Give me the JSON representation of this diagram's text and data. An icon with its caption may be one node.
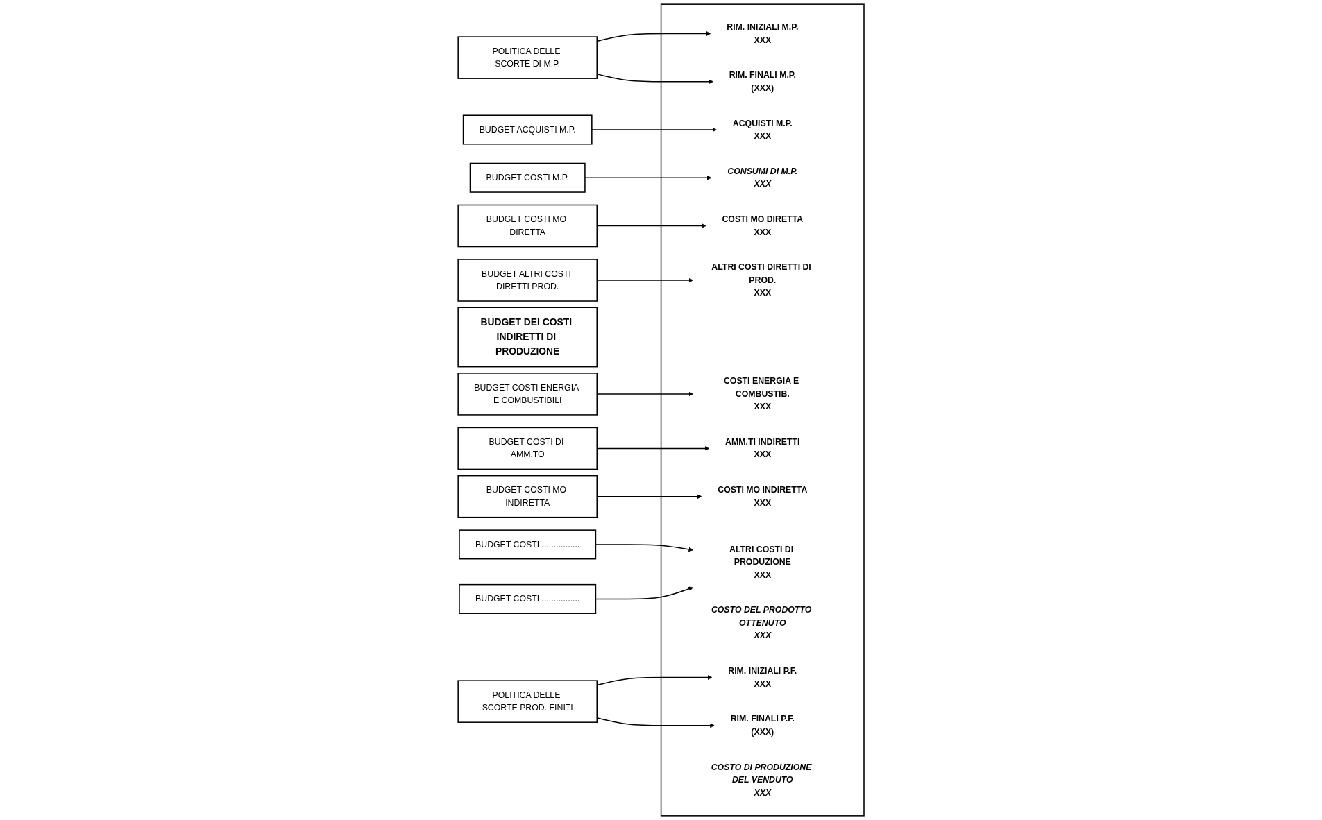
{
  "diagram": {
    "nodes": [
      {
        "text": [
          "POLITICA DELLE SCORTE DI M.P."
        ]
      },
      {
        "text": [
          "BUDGET COSTI M.P."
        ]
      },
      {
        "text": [
          "BUDGET ACQUISTI M.P."
        ]
      },
      {
        "text": [
          "BUDGET ALTRI COSTI DIRETTI PROD."
        ]
      },
      {
        "text": [
          "BUDGET COSTI MO DIRETTA"
        ]
      },
      {
        "text": [
          "BUDGET DEI COSTI INDIRETTI DI PRODUZIONE"
        ]
      },
      {
        "text": [
          "BUDGET COSTI ENERGIA E COMBUSTIBILI"
        ]
      },
      {
        "text": [
          "BUDGET COSTI DI AMM.TO"
        ]
      },
      {
        "text": [
          "BUDGET COSTI MO INDIRETTA"
        ]
      },
      {
        "text": [
          "BUDGET COSTI ................"
        ]
      },
      {
        "text": [
          "BUDGET COSTI ................"
        ]
      },
      {
        "text": [
          "POLITICA DELLE SCORTE PROD. FINITI"
        ]
      },
      {
        "text": [],
        "shape": "box"
      },
      {
        "text": [
          "RIM. INIZIALI M.P.",
          "XXX"
        ],
        "in": 12
      },
      {
        "text": [
          "ACQUISTI M.P.",
          "XXX"
        ],
        "in": 12
      },
      {
        "text": [
          "RIM. FINALI M.P.",
          "(XXX)"
        ],
        "in": 12
      },
      {
        "text": [
          "CONSUMI DI M.P.",
          "XXX"
        ],
        "in": 12
      },
      {
        "text": [
          "COSTI MO DIRETTA",
          "XXX"
        ],
        "in": 12
      },
      {
        "text": [
          "ALTRI COSTI DIRETTI DI PROD.",
          "XXX"
        ],
        "in": 12
      },
      {
        "text": [
          "COSTI ENERGIA E COMBUSTIB.",
          "XXX"
        ],
        "in": 12
      },
      {
        "text": [
          "AMM.TI INDIRETTI",
          "XXX"
        ],
        "in": 12
      },
      {
        "text": [
          "COSTI MO INDIRETTA",
          "XXX"
        ],
        "in": 12
      },
      {
        "text": [
          "ALTRI COSTI DI PRODUZIONE",
          "XXX"
        ],
        "in": 12
      },
      {
        "text": [
          "COSTO DEL PRODOTTO OTTENUTO",
          "XXX"
        ],
        "in": 12
      },
      {
        "text": [
          "RIM. INIZIALI P.F.",
          "XXX"
        ],
        "in": 12
      },
      {
        "text": [
          "RIM. FINALI P.F.",
          "(XXX)"
        ],
        "in": 12
      },
      {
        "text": [
          "COSTO DI PRODUZIONE DEL VENDUTO",
          "XXX"
        ],
        "in": 12
      }
    ],
    "edges": [
      {
        "from": 0,
        "to": 13,
        "arrow": "to"
      },
      {
        "from": 0,
        "to": 15,
        "arrow": "to"
      },
      {
        "from": 2,
        "to": 14,
        "arrow": "to"
      },
      {
        "from": 1,
        "to": 16,
        "arrow": "to"
      },
      {
        "from": 4,
        "to": 17,
        "arrow": "to"
      },
      {
        "from": 3,
        "to": 18,
        "arrow": "to"
      },
      {
        "from": 6,
        "to": 19,
        "arrow": "to"
      },
      {
        "from": 7,
        "to": 20,
        "arrow": "to"
      },
      {
        "from": 8,
        "to": 21,
        "arrow": "to"
      },
      {
        "from": 9,
        "to": 22,
        "arrow": "to"
      },
      {
        "from": 10,
        "to": 22,
        "arrow": "to"
      },
      {
        "from": 11,
        "to": 24,
        "arrow": "to"
      },
      {
        "from": 11,
        "to": 25,
        "arrow": "to"
      }
    ]
  }
}
